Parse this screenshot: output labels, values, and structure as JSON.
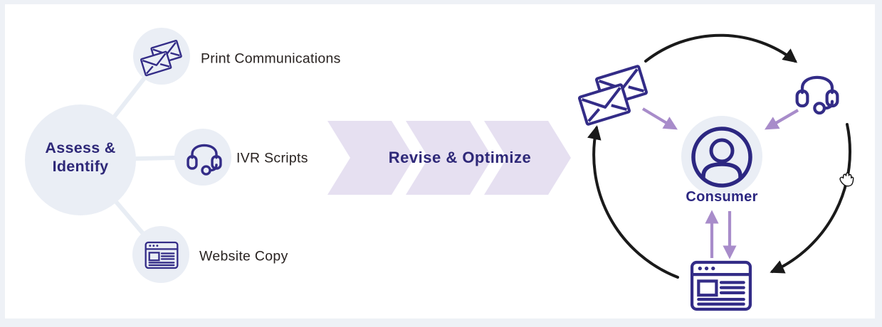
{
  "stage1": {
    "title_line1": "Assess &",
    "title_line2": "Identify",
    "items": [
      {
        "label": "Print Communications",
        "icon": "envelopes-icon"
      },
      {
        "label": "IVR Scripts",
        "icon": "headset-icon"
      },
      {
        "label": "Website Copy",
        "icon": "browser-icon"
      }
    ]
  },
  "stage2": {
    "title": "Revise & Optimize"
  },
  "stage3": {
    "center_label": "Consumer",
    "node_icons": [
      "envelopes-icon",
      "headset-icon",
      "browser-icon"
    ],
    "cursor": "hand-cursor"
  },
  "colors": {
    "frame": "#eef1f6",
    "surface": "#ffffff",
    "bubble": "#eaeef5",
    "connector": "#e8edf4",
    "icon_indigo": "#332c87",
    "heading_purple": "#2e2878",
    "chevron_fill": "#e6e0f1",
    "violet_arrow": "#a88cca",
    "arc_black": "#1a1a1a",
    "label_text": "#282220"
  }
}
